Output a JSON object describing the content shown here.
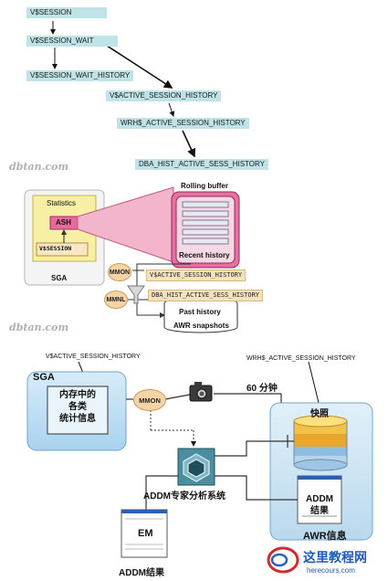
{
  "flow": {
    "v_session": "V$SESSION",
    "v_session_wait": "V$SESSION_WAIT",
    "v_session_wait_history": "V$SESSION_WAIT_HISTORY",
    "v_active_session_history": "V$ACTIVE_SESSION_HISTORY",
    "wrh_active_session_history": "WRH$_ACTIVE_SESSION_HISTORY",
    "dba_hist_active_sess_history": "DBA_HIST_ACTIVE_SESS_HISTORY"
  },
  "ash": {
    "rolling_buffer": "Rolling buffer",
    "statistics": "Statistics",
    "ash": "ASH",
    "v_session": "V$SESSION",
    "sga": "SGA",
    "recent_history": "Recent history",
    "mmon": "MMON",
    "mmnl": "MMNL",
    "v_active_session_history": "V$ACTIVE_SESSION_HISTORY",
    "dba_hist_active_sess_history": "DBA_HIST_ACTIVE_SESS_HISTORY",
    "past_history": "Past history",
    "awr_snapshots": "AWR snapshots"
  },
  "awr": {
    "v_active_session_history": "V$ACTIVE_SESSION_HISTORY",
    "wrh_active_session_history": "WRH$_ACTIVE_SESSION_HISTORY",
    "sga": "SGA",
    "memory_stats": "内存中的\n各类\n统计信息",
    "mmon": "MMON",
    "interval": "60 分钟",
    "snapshot": "快照",
    "addm_expert": "ADDM专家分析系统",
    "addm_results": "ADDM\n结果",
    "awr_info": "AWR信息",
    "em": "EM",
    "addm_result_caption": "ADDM结果"
  },
  "watermarks": {
    "wm1": "dbtan.com",
    "wm2": "dbtan.com"
  },
  "logo": {
    "name": "这里教程网",
    "url": "herecours.com"
  }
}
